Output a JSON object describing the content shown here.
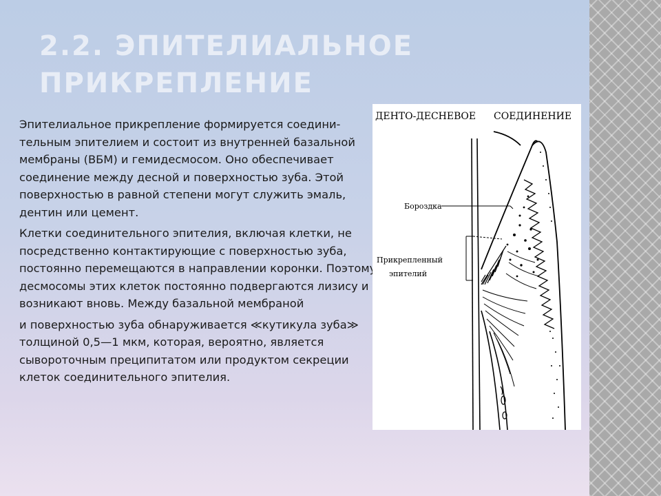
{
  "slide": {
    "title_line1": "2.2. ЭПИТЕЛИАЛЬНОЕ",
    "title_line2": "ПРИКРЕПЛЕНИЕ",
    "paragraphs": [
      "Эпителиальное прикрепление формируется соедини-тельным эпителием и состоит из внутренней базальной мембраны (ВБМ) и гемидесмосом. Оно обеспечивает соединение между десной и поверхностью зуба. Этой поверхностью в равной степени могут служить эмаль, дентин или цемент.",
      "Клетки соединительного эпителия, включая клетки, не посредственно контактирующие с поверхностью зуба, постоянно перемещаются в направлении коронки. Поэтому десмосомы этих клеток постоянно подвергаются лизису и возникают вновь. Между базальной мембраной",
      "и поверхностью зуба обнаруживается ≪кутикула зуба≫ толщиной 0,5—1 мкм, которая, вероятно, является сывороточным преципитатом или продуктом секреции клеток соединительного эпителия."
    ]
  },
  "figure": {
    "heading_left": "ДЕНТО-ДЕСНЕВОЕ",
    "heading_right": "СОЕДИНЕНИЕ",
    "label_sulcus": "Бороздка",
    "label_attached_line1": "Прикрепленный",
    "label_attached_line2": "эпителий"
  },
  "colors": {
    "title": "#e8edf6",
    "text": "#1a1a1a",
    "background_top": "#bccde6",
    "background_bottom": "#ebe1ef",
    "side_pattern": "#a9a9a9"
  }
}
